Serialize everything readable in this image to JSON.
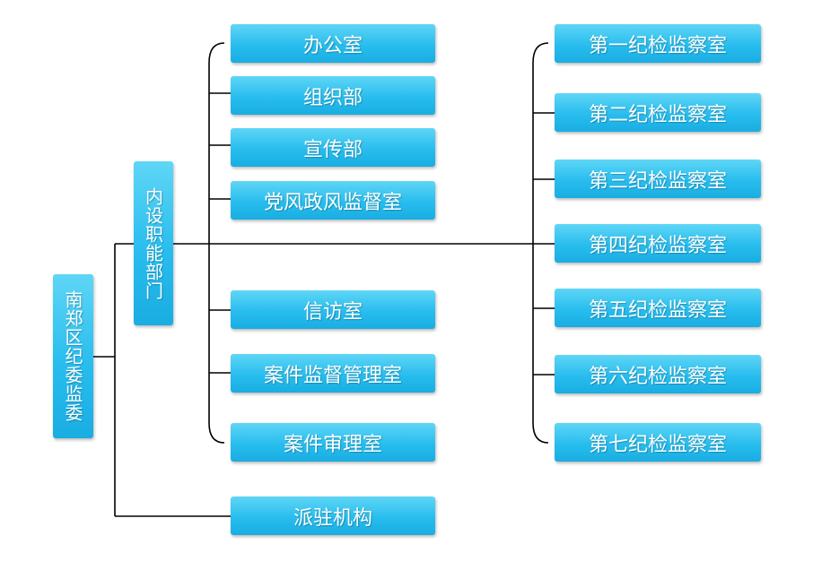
{
  "root": {
    "label": "南郑区纪委监委"
  },
  "internal": {
    "label": "内设职能部门"
  },
  "left_departments": [
    {
      "label": "办公室"
    },
    {
      "label": "组织部"
    },
    {
      "label": "宣传部"
    },
    {
      "label": "党风政风监督室"
    },
    {
      "label": "信访室"
    },
    {
      "label": "案件监督管理室"
    },
    {
      "label": "案件审理室"
    }
  ],
  "stationed": {
    "label": "派驻机构"
  },
  "inspection_offices": [
    {
      "label": "第一纪检监察室"
    },
    {
      "label": "第二纪检监察室"
    },
    {
      "label": "第三纪检监察室"
    },
    {
      "label": "第四纪检监察室"
    },
    {
      "label": "第五纪检监察室"
    },
    {
      "label": "第六纪检监察室"
    },
    {
      "label": "第七纪检监察室"
    }
  ]
}
